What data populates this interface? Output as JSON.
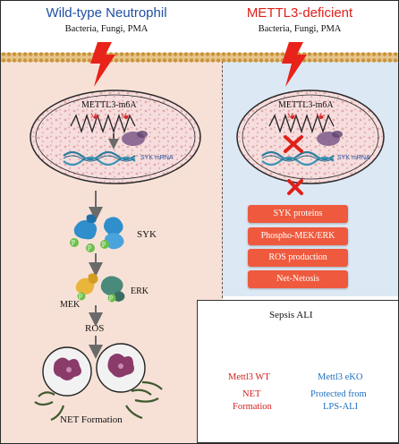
{
  "headers": {
    "left_title": "Wild-type Neutrophil",
    "left_sub": "Bacteria, Fungi, PMA",
    "right_title": "METTL3-deficient",
    "right_sub": "Bacteria, Fungi, PMA"
  },
  "nucleus": {
    "label": "METTL3-m6A",
    "me": "Me",
    "mrna": "SYK mRNA"
  },
  "pathway": {
    "syk": "SYK",
    "p": "p",
    "mek": "MEK",
    "erk": "ERK",
    "ros": "ROS",
    "net": "NET Formation"
  },
  "deficient_effects": [
    "SYK proteins",
    "Phospho-MEK/ERK",
    "ROS production",
    "Net-Netosis"
  ],
  "sepsis": {
    "title": "Sepsis ALI",
    "wt_label": "Mettl3 WT",
    "wt_outcome_1": "NET",
    "wt_outcome_2": "Formation",
    "eko_label": "Mettl3 eKO",
    "eko_outcome_1": "Protected from",
    "eko_outcome_2": "LPS-ALI"
  },
  "colors": {
    "left_title": "#1f4fa3",
    "right_title": "#e0201a",
    "bolt": "#e8231a",
    "pill": "#ef5a3e",
    "wt_text": "#d42020",
    "eko_text": "#1e6fc0"
  }
}
